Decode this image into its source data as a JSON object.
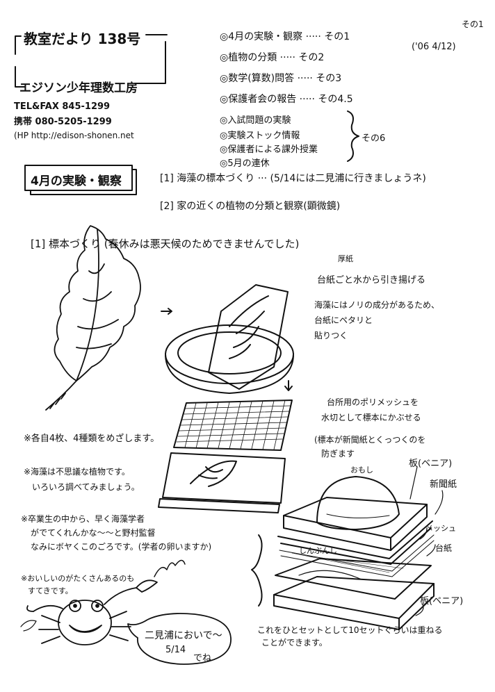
{
  "page_label": "その1",
  "date": "('06 4/12)",
  "header": {
    "newsletter_title": "教室だより 138号",
    "publisher": "エジソン少年理数工房",
    "tel_fax": "TEL&FAX 845-1299",
    "mobile": "携帯 080-5205-1299",
    "homepage": "(HP http://edison-shonen.net"
  },
  "toc": [
    "◎4月の実験・観察 ····· その1",
    "◎植物の分類 ····· その2",
    "◎数学(算数)問答 ····· その3",
    "◎保護者会の報告 ····· その4.5",
    "◎入試問題の実験",
    "◎実験ストック情報",
    "◎保護者による課外授業",
    "◎5月の連休"
  ],
  "toc_group_label": "その6",
  "section_heading": "4月の実験・観察",
  "experiments": [
    "[1] 海藻の標本づくり ··· (5/14には二見浦に行きましょうネ)",
    "[2] 家の近くの植物の分類と観察(顕微鏡)"
  ],
  "subsection_title": "[1] 標本づくり (春休みは悪天候のためできませんでした)",
  "annotations": {
    "paper_label": "厚紙",
    "lift_note": "台紙ごと水から引き揚げる",
    "nori_note": [
      "海藻にはノリの成分があるため、台紙にペタリと",
      "貼りつく"
    ],
    "mesh_note": [
      "台所用のポリメッシュを",
      "水切として標本にかぶせる"
    ],
    "newspaper_note": [
      "(標本が新聞紙とくっつくのを",
      "防ぎます"
    ],
    "weight_label": "おもし",
    "board_top": "板(ベニア)",
    "newspaper": "新聞紙",
    "mesh": "メッシュ",
    "base_paper": "台紙",
    "newspaper_small": "しんぶんし",
    "board_bottom": "板(ベニア)",
    "stack_note": [
      "これをひとセットとして10セットぐらいは重ねる",
      "ことができます。"
    ]
  },
  "notes": {
    "each_four": "※各自4枚、4種類をめざします。",
    "seaweed_mystery": [
      "※海藻は不思議な植物です。",
      "いろいろ調べてみましょう。"
    ],
    "alumni": [
      "※卒業生の中から、早く海藻学者",
      "がでてくれんかな〜〜と野村監督",
      "なみにボヤくこのごろです。(学者の卵いますか)"
    ],
    "tasty": [
      "※おいしいのがたくさんあるのも",
      "すてきです。"
    ]
  },
  "crab_bubble": [
    "二見浦においで〜",
    "5/14",
    "でね"
  ]
}
